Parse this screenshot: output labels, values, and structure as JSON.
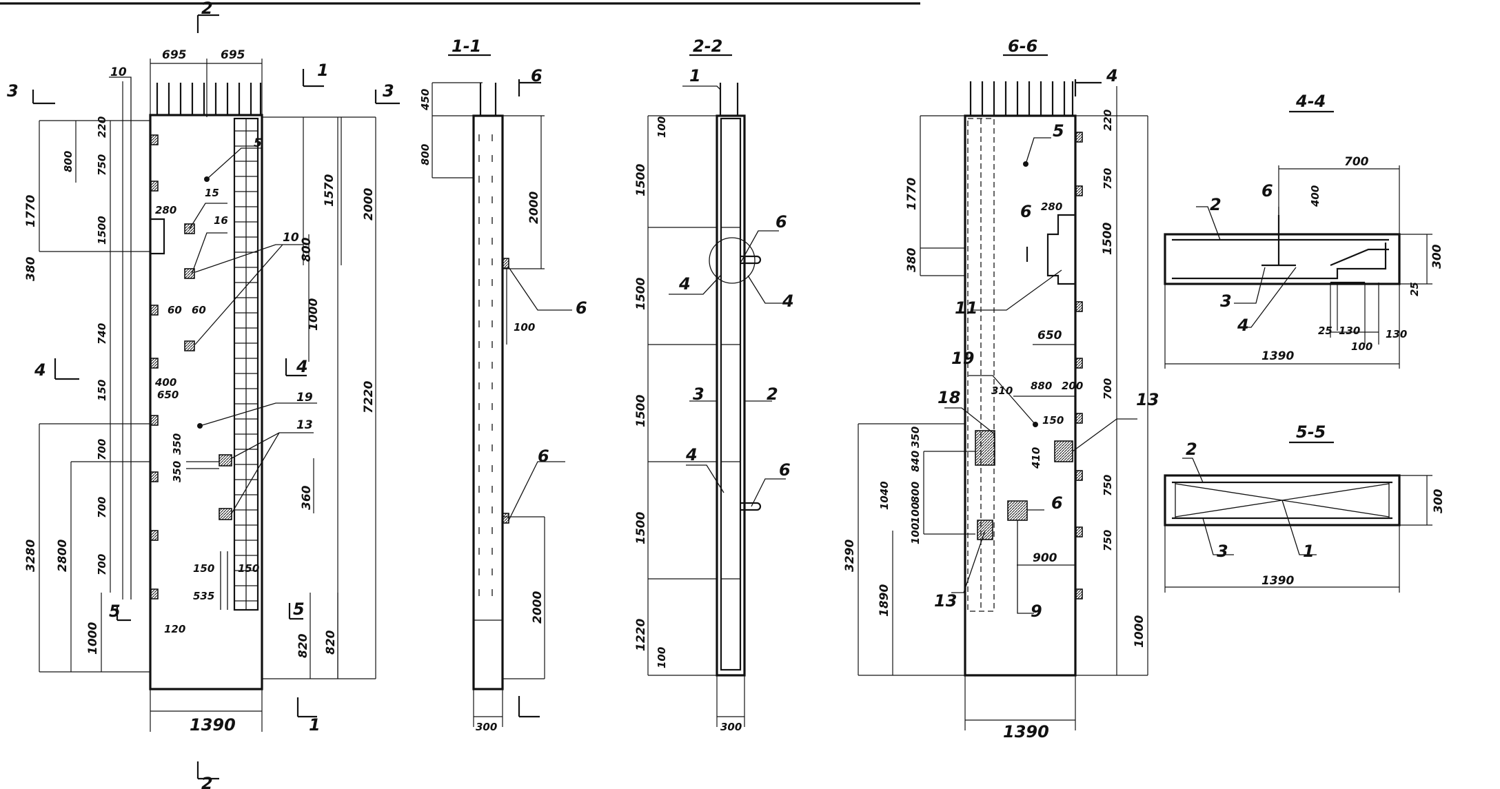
{
  "views": {
    "front": {
      "top_dims": [
        "695",
        "695"
      ],
      "width_dim": "1390",
      "left_dims": [
        "1770",
        "380",
        "3280",
        "2800",
        "1000"
      ],
      "inner_left_dims": [
        "800",
        "1500",
        "220",
        "750",
        "740",
        "150",
        "700",
        "700",
        "700"
      ],
      "right_dims": [
        "1570",
        "2000",
        "800",
        "1000",
        "7220",
        "360",
        "820",
        "820"
      ],
      "small_dims": [
        "280",
        "60",
        "60",
        "400",
        "650",
        "350",
        "350",
        "150",
        "150",
        "535",
        "120"
      ],
      "callouts": [
        "10",
        "5",
        "15",
        "16",
        "10",
        "19",
        "13"
      ],
      "section_marks": [
        "2",
        "1",
        "3",
        "3",
        "4",
        "4",
        "5",
        "5",
        "1",
        "2"
      ]
    },
    "s11": {
      "title": "1-1",
      "dims": [
        "450",
        "800",
        "2000",
        "100",
        "2000",
        "300"
      ],
      "callouts": [
        "6",
        "6",
        "6"
      ]
    },
    "s22": {
      "title": "2-2",
      "dims": [
        "100",
        "1500",
        "1500",
        "1500",
        "1500",
        "1220",
        "100",
        "300"
      ],
      "callouts": [
        "1",
        "6",
        "4",
        "4",
        "3",
        "2",
        "4",
        "6",
        "6"
      ]
    },
    "s66": {
      "title": "6-6",
      "dims": [
        "1770",
        "380",
        "280",
        "220",
        "750",
        "1500",
        "650",
        "880",
        "310",
        "200",
        "150",
        "3290",
        "350",
        "840",
        "800",
        "1040",
        "100",
        "100",
        "1890",
        "900",
        "750",
        "700",
        "750",
        "1000",
        "1390",
        "410"
      ],
      "callouts": [
        "4",
        "5",
        "6",
        "11",
        "19",
        "18",
        "13",
        "6",
        "13",
        "9"
      ]
    },
    "s44": {
      "title": "4-4",
      "dims": [
        "700",
        "400",
        "300",
        "25",
        "25",
        "130",
        "130",
        "100",
        "1390"
      ],
      "callouts": [
        "6",
        "2",
        "3",
        "4"
      ]
    },
    "s55": {
      "title": "5-5",
      "dims": [
        "300",
        "1390"
      ],
      "callouts": [
        "2",
        "3",
        "1"
      ]
    }
  }
}
